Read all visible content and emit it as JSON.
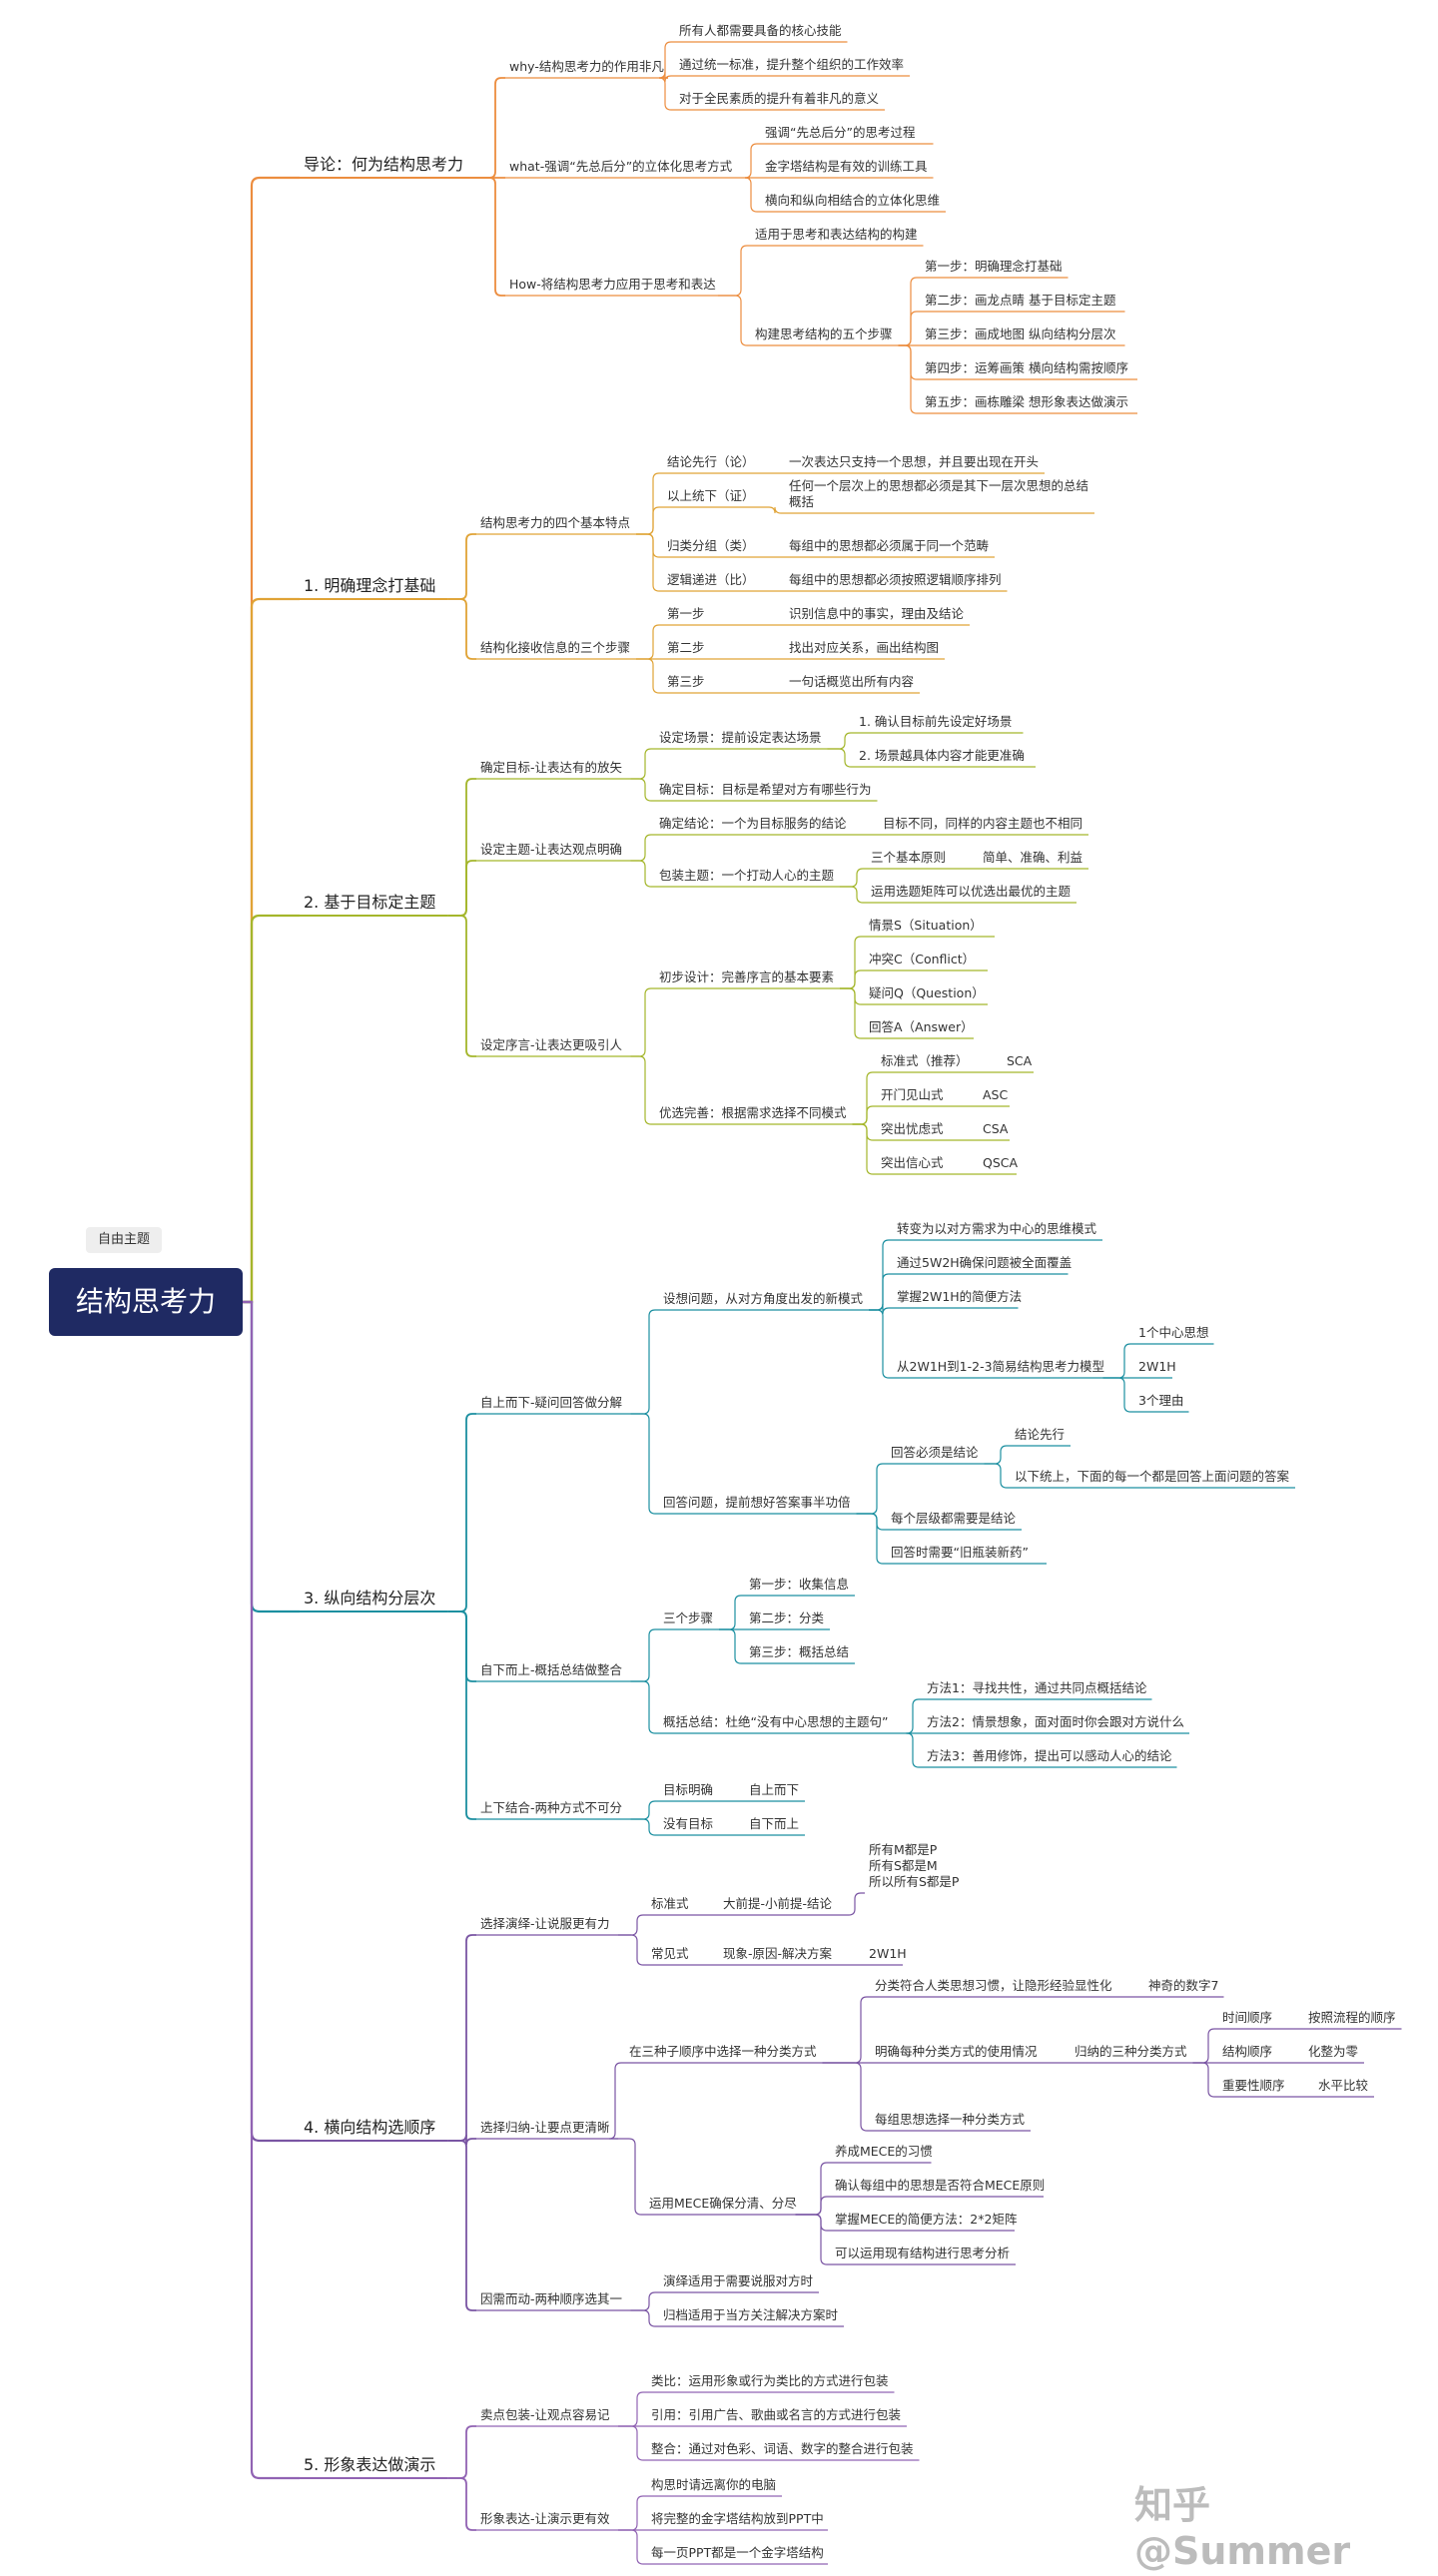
{
  "root": {
    "label": "结构思考力",
    "tag": "自由主题"
  },
  "watermark": "知乎 @Summer",
  "colors": {
    "orange": "#ec8d3f",
    "yellow": "#e0a336",
    "green": "#a4b62b",
    "teal": "#1b8fa0",
    "purple": "#7a55a3",
    "purple2": "#9163b3",
    "root_bg": "#1f2a63"
  },
  "nodes": {
    "b0": "导论：何为结构思考力",
    "b0a": "why-结构思考力的作用非凡",
    "b0a1": "所有人都需要具备的核心技能",
    "b0a2": "通过统一标准，提升整个组织的工作效率",
    "b0a3": "对于全民素质的提升有着非凡的意义",
    "b0b": "what-强调“先总后分”的立体化思考方式",
    "b0b1": "强调“先总后分”的思考过程",
    "b0b2": "金字塔结构是有效的训练工具",
    "b0b3": "横向和纵向相结合的立体化思维",
    "b0c": "How-将结构思考力应用于思考和表达",
    "b0c1": "适用于思考和表达结构的构建",
    "b0c2": "构建思考结构的五个步骤",
    "b0c2a": "第一步：明确理念打基础",
    "b0c2b": "第二步：画龙点睛 基于目标定主题",
    "b0c2c": "第三步：画成地图 纵向结构分层次",
    "b0c2d": "第四步：运筹画策 横向结构需按顺序",
    "b0c2e": "第五步：画栋雕梁 想形象表达做演示",
    "b1": "1. 明确理念打基础",
    "b1a": "结构思考力的四个基本特点",
    "b1a1": "结论先行（论）",
    "b1a1x": "一次表达只支持一个思想，并且要出现在开头",
    "b1a2": "以上统下（证）",
    "b1a2x": "任何一个层次上的思想都必须是其下一层次思想的总结概括",
    "b1a3": "归类分组（类）",
    "b1a3x": "每组中的思想都必须属于同一个范畴",
    "b1a4": "逻辑递进（比）",
    "b1a4x": "每组中的思想都必须按照逻辑顺序排列",
    "b1b": "结构化接收信息的三个步骤",
    "b1b1": "第一步",
    "b1b1x": "识别信息中的事实，理由及结论",
    "b1b2": "第二步",
    "b1b2x": "找出对应关系，画出结构图",
    "b1b3": "第三步",
    "b1b3x": "一句话概览出所有内容",
    "b2": "2. 基于目标定主题",
    "b2a": "确定目标-让表达有的放矢",
    "b2a1": "设定场景：提前设定表达场景",
    "b2a1a": "1. 确认目标前先设定好场景",
    "b2a1b": "2. 场景越具体内容才能更准确",
    "b2a2": "确定目标：目标是希望对方有哪些行为",
    "b2b": "设定主题-让表达观点明确",
    "b2b1": "确定结论：一个为目标服务的结论",
    "b2b1x": "目标不同，同样的内容主题也不相同",
    "b2b2": "包装主题：一个打动人心的主题",
    "b2b2a": "三个基本原则",
    "b2b2ax": "简单、准确、利益",
    "b2b2b": "运用选题矩阵可以优选出最优的主题",
    "b2c": "设定序言-让表达更吸引人",
    "b2c1": "初步设计：完善序言的基本要素",
    "b2c1a": "情景S（Situation）",
    "b2c1b": "冲突C（Conflict）",
    "b2c1c": "疑问Q（Question）",
    "b2c1d": "回答A（Answer）",
    "b2c2": "优选完善：根据需求选择不同模式",
    "b2c2a": "标准式（推荐）",
    "b2c2ax": "SCA",
    "b2c2b": "开门见山式",
    "b2c2bx": "ASC",
    "b2c2c": "突出忧虑式",
    "b2c2cx": "CSA",
    "b2c2d": "突出信心式",
    "b2c2dx": "QSCA",
    "b3": "3. 纵向结构分层次",
    "b3a": "自上而下-疑问回答做分解",
    "b3a1": "设想问题，从对方角度出发的新模式",
    "b3a1a": "转变为以对方需求为中心的思维模式",
    "b3a1b": "通过5W2H确保问题被全面覆盖",
    "b3a1c": "掌握2W1H的简便方法",
    "b3a1d": "从2W1H到1-2-3简易结构思考力模型",
    "b3a1d1": "1个中心思想",
    "b3a1d2": "2W1H",
    "b3a1d3": "3个理由",
    "b3a2": "回答问题，提前想好答案事半功倍",
    "b3a2a": "回答必须是结论",
    "b3a2a1": "结论先行",
    "b3a2a2": "以下统上，下面的每一个都是回答上面问题的答案",
    "b3a2b": "每个层级都需要是结论",
    "b3a2c": "回答时需要“旧瓶装新药”",
    "b3b": "自下而上-概括总结做整合",
    "b3b1": "三个步骤",
    "b3b1a": "第一步：收集信息",
    "b3b1b": "第二步：分类",
    "b3b1c": "第三步：概括总结",
    "b3b2": "概括总结：杜绝“没有中心思想的主题句”",
    "b3b2a": "方法1：寻找共性，通过共同点概括结论",
    "b3b2b": "方法2：情景想象，面对面时你会跟对方说什么",
    "b3b2c": "方法3：善用修饰，提出可以感动人心的结论",
    "b3c": "上下结合-两种方式不可分",
    "b3c1": "目标明确",
    "b3c1x": "自上而下",
    "b3c2": "没有目标",
    "b3c2x": "自下而上",
    "b4": "4. 横向结构选顺序",
    "b4a": "选择演绎-让说服更有力",
    "b4a1": "标准式",
    "b4a1a": "大前提-小前提-结论",
    "b4a1b": "所有M都是P\n所有S都是M\n所以所有S都是P",
    "b4a2": "常见式",
    "b4a2a": "现象-原因-解决方案",
    "b4a2b": "2W1H",
    "b4b": "选择归纳-让要点更清晰",
    "b4b1": "在三种子顺序中选择一种分类方式",
    "b4b1a": "分类符合人类思想习惯，让隐形经验显性化",
    "b4b1ax": "神奇的数字7",
    "b4b1b": "明确每种分类方式的使用情况",
    "b4b1bx": "归纳的三种分类方式",
    "b4b1b1": "时间顺序",
    "b4b1b1x": "按照流程的顺序",
    "b4b1b2": "结构顺序",
    "b4b1b2x": "化整为零",
    "b4b1b3": "重要性顺序",
    "b4b1b3x": "水平比较",
    "b4b1c": "每组思想选择一种分类方式",
    "b4b2": "运用MECE确保分清、分尽",
    "b4b2a": "养成MECE的习惯",
    "b4b2b": "确认每组中的思想是否符合MECE原则",
    "b4b2c": "掌握MECE的简便方法：2*2矩阵",
    "b4b2d": "可以运用现有结构进行思考分析",
    "b4c": "因需而动-两种顺序选其一",
    "b4c1": "演绎适用于需要说服对方时",
    "b4c2": "归档适用于当方关注解决方案时",
    "b5": "5. 形象表达做演示",
    "b5a": "卖点包装-让观点容易记",
    "b5a1": "类比：运用形象或行为类比的方式进行包装",
    "b5a2": "引用：引用广告、歌曲或名言的方式进行包装",
    "b5a3": "整合：通过对色彩、词语、数字的整合进行包装",
    "b5b": "形象表达-让演示更有效",
    "b5b1": "构思时请远离你的电脑",
    "b5b2": "将完整的金字塔结构放到PPT中",
    "b5b3": "每一页PPT都是一个金字塔结构"
  }
}
